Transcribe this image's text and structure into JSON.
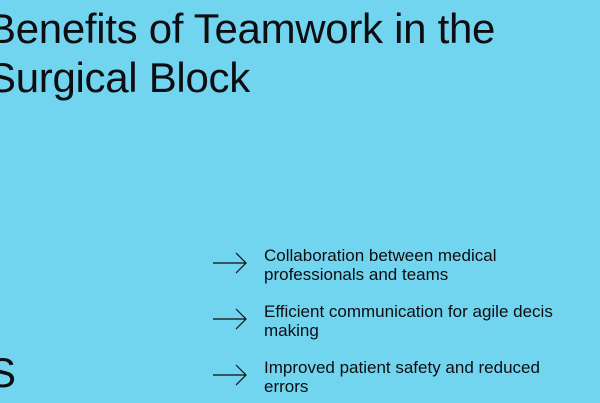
{
  "slide": {
    "title_lines": [
      "Benefits of Teamwork in the",
      "Surgical Block"
    ],
    "benefits": [
      {
        "lines": [
          "Collaboration between medical",
          "professionals and teams"
        ]
      },
      {
        "lines": [
          "Efficient communication for agile decis",
          "making"
        ]
      },
      {
        "lines": [
          "Improved patient safety and reduced",
          "errors"
        ]
      }
    ],
    "corner_text": "S",
    "colors": {
      "background": "#72d5ef",
      "text": "#0d0d12"
    }
  }
}
